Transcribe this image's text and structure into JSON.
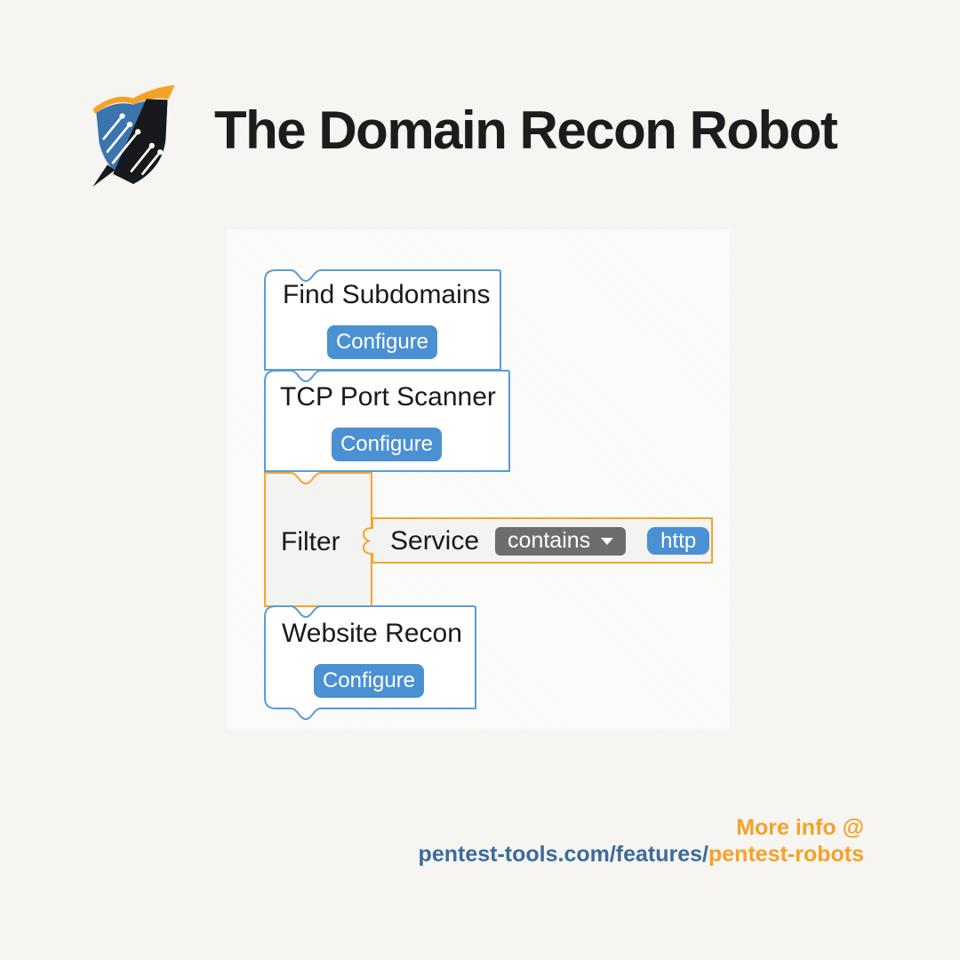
{
  "header": {
    "title": "The Domain Recon Robot",
    "logo_name": "pentest-tools-shield-logo"
  },
  "workflow": {
    "blocks": [
      {
        "label": "Find Subdomains",
        "button": "Configure"
      },
      {
        "label": "TCP Port Scanner",
        "button": "Configure"
      },
      {
        "label": "Filter",
        "condition": {
          "field": "Service",
          "operator": "contains",
          "value": "http"
        }
      },
      {
        "label": "Website Recon",
        "button": "Configure"
      }
    ]
  },
  "footer": {
    "line1": "More info @",
    "url_base": "pentest-tools.com/features/",
    "url_highlight": "pentest-robots"
  },
  "colors": {
    "tool_block_border": "#5b9bd8",
    "tool_block_fill": "#ffffff",
    "filter_block_border": "#f7a428",
    "filter_block_fill": "#f3f3f1",
    "button_blue": "#4a90d2",
    "dropdown_gray": "#6d6d6d",
    "footer_orange": "#f5a227",
    "footer_blue": "#3a6b9e",
    "background": "#f7f6f3"
  }
}
